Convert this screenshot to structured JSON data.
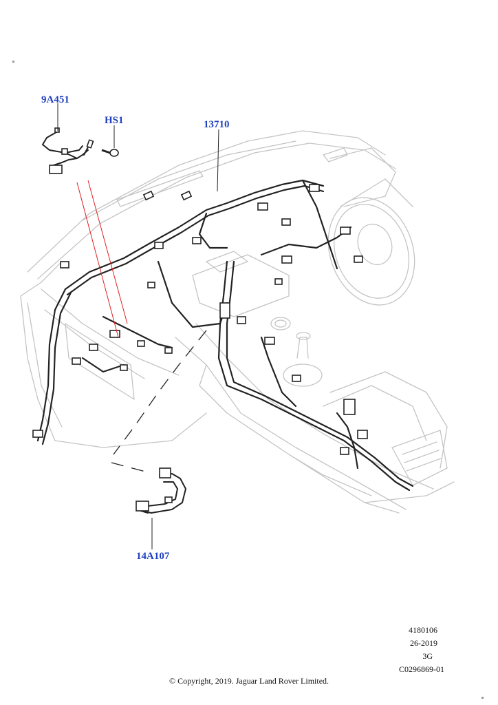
{
  "callouts": {
    "part_9a451": "9A451",
    "part_hs1": "HS1",
    "part_13710": "13710",
    "part_14a107": "14A107"
  },
  "meta": {
    "ref_1": "4180106",
    "ref_2": "26-2019",
    "ref_3": "3G",
    "ref_4": "C0296869-01"
  },
  "footer": {
    "copyright": "© Copyright, 2019. Jaguar Land Rover Limited."
  },
  "colors": {
    "callout": "#1f3fbf",
    "linework_light": "#c4c4c4",
    "linework_dark": "#222222",
    "leader_red": "#e02020"
  }
}
